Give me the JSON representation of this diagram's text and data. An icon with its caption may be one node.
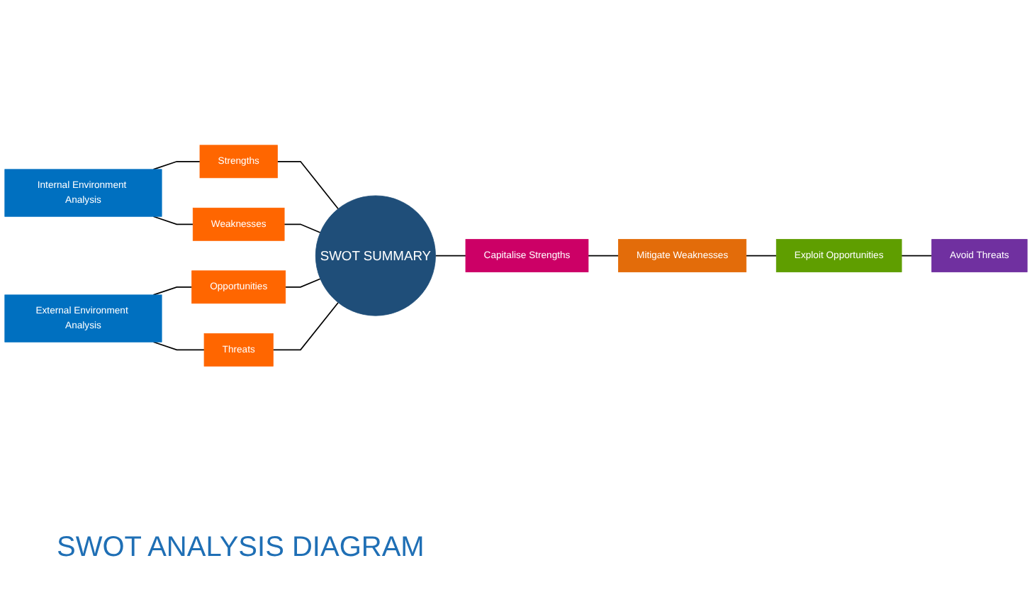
{
  "diagram": {
    "title": "SWOT ANALYSIS DIAGRAM",
    "nodes": [
      {
        "text": [
          "Internal Environment Analysis"
        ]
      },
      {
        "text": [
          "External Environment Analysis"
        ]
      },
      {
        "text": [
          "Strengths"
        ]
      },
      {
        "text": [
          "Weaknesses"
        ]
      },
      {
        "text": [
          "Opportunities"
        ]
      },
      {
        "text": [
          "Threats"
        ]
      },
      {
        "text": [
          "SWOT SUMMARY"
        ]
      },
      {
        "text": [
          "Capitalise Strengths"
        ]
      },
      {
        "text": [
          "Mitigate Weaknesses"
        ]
      },
      {
        "text": [
          "Exploit Opportunities"
        ]
      },
      {
        "text": [
          "Avoid Threats"
        ]
      }
    ],
    "edges": [
      {
        "from": 0,
        "to": 2,
        "arrow": "none"
      },
      {
        "from": 0,
        "to": 3,
        "arrow": "none"
      },
      {
        "from": 1,
        "to": 4,
        "arrow": "none"
      },
      {
        "from": 1,
        "to": 5,
        "arrow": "none"
      },
      {
        "from": 2,
        "to": 6,
        "arrow": "none"
      },
      {
        "from": 3,
        "to": 6,
        "arrow": "none"
      },
      {
        "from": 4,
        "to": 6,
        "arrow": "none"
      },
      {
        "from": 5,
        "to": 6,
        "arrow": "none"
      },
      {
        "from": 6,
        "to": 7,
        "arrow": "none"
      },
      {
        "from": 7,
        "to": 8,
        "arrow": "none"
      },
      {
        "from": 8,
        "to": 9,
        "arrow": "none"
      },
      {
        "from": 9,
        "to": 10,
        "arrow": "none"
      }
    ]
  }
}
